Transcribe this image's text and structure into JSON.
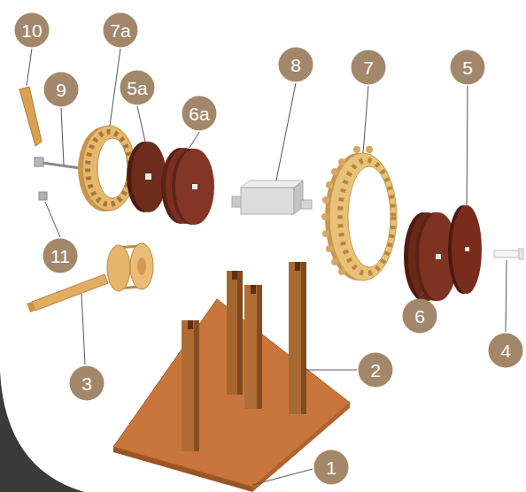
{
  "diagram": {
    "nodes": [
      {
        "text": [
          "10"
        ]
      },
      {
        "text": [
          "7a"
        ]
      },
      {
        "text": [
          "8"
        ]
      },
      {
        "text": [
          "7"
        ]
      },
      {
        "text": [
          "5"
        ]
      },
      {
        "text": [
          "5a"
        ]
      },
      {
        "text": [
          "9"
        ]
      },
      {
        "text": [
          "6a"
        ]
      },
      {
        "text": [
          "11"
        ]
      },
      {
        "text": [
          "6"
        ]
      },
      {
        "text": [
          "4"
        ]
      },
      {
        "text": [
          "2"
        ]
      },
      {
        "text": [
          "3"
        ]
      },
      {
        "text": [
          "1"
        ]
      }
    ]
  }
}
